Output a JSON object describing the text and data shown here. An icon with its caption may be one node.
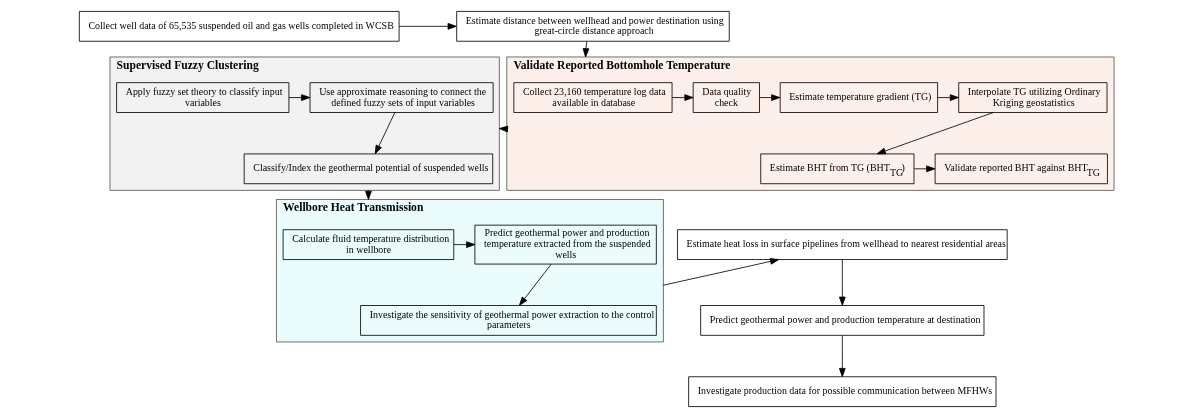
{
  "diagram": {
    "nodes": [
      {
        "text": [
          "Collect well data of 65,535 suspended oil and gas wells completed in WCSB"
        ]
      },
      {
        "text": [
          "Estimate distance between wellhead and power destination using great-circle distance approach"
        ]
      },
      {
        "text": [
          "Supervised Fuzzy Clustering"
        ]
      },
      {
        "text": [
          "Apply fuzzy set theory to classify input variables"
        ],
        "in": 2
      },
      {
        "text": [
          "Use approximate reasoning to connect the defined fuzzy sets of input variables"
        ],
        "in": 2
      },
      {
        "text": [
          "Classify/Index the geothermal potential of suspended wells"
        ],
        "in": 2
      },
      {
        "text": [
          "Validate Reported Bottomhole Temperature"
        ]
      },
      {
        "text": [
          "Collect 23,160 temperature log data available in database"
        ],
        "in": 6
      },
      {
        "text": [
          "Data quality check"
        ],
        "in": 6
      },
      {
        "text": [
          "Estimate temperature gradient (TG)"
        ],
        "in": 6
      },
      {
        "text": [
          "Interpolate TG utilizing Ordinary Kriging geostatistics"
        ],
        "in": 6
      },
      {
        "text": [
          "Estimate BHT from TG (BHT$_{TG}$)"
        ],
        "in": 6
      },
      {
        "text": [
          "Validate reported BHT against BHT$_{TG}$"
        ],
        "in": 6
      },
      {
        "text": [
          "Wellbore Heat Transmission"
        ]
      },
      {
        "text": [
          "Calculate fluid temperature distribution in wellbore"
        ],
        "in": 13
      },
      {
        "text": [
          "Predict geothermal power and production temperature extracted from the suspended wells"
        ],
        "in": 13
      },
      {
        "text": [
          "Investigate the sensitivity of geothermal power extraction to the control parameters"
        ],
        "in": 13
      },
      {
        "text": [
          "Estimate heat loss in surface pipelines from wellhead to nearest residential areas"
        ]
      },
      {
        "text": [
          "Predict geothermal power and production temperature at destination"
        ]
      },
      {
        "text": [
          "Investigate production data for possible communication between MFHWs"
        ]
      }
    ],
    "edges": [
      {
        "from": 0,
        "to": 1,
        "arrow": "to"
      },
      {
        "from": 1,
        "to": 6,
        "arrow": "to"
      },
      {
        "from": 6,
        "to": 2,
        "arrow": "to"
      },
      {
        "from": 3,
        "to": 4,
        "arrow": "to"
      },
      {
        "from": 4,
        "to": 5,
        "arrow": "to"
      },
      {
        "from": 7,
        "to": 8,
        "arrow": "to"
      },
      {
        "from": 8,
        "to": 9,
        "arrow": "to"
      },
      {
        "from": 9,
        "to": 10,
        "arrow": "to"
      },
      {
        "from": 10,
        "to": 11,
        "arrow": "to"
      },
      {
        "from": 11,
        "to": 12,
        "arrow": "to"
      },
      {
        "from": 2,
        "to": 13,
        "arrow": "to"
      },
      {
        "from": 14,
        "to": 15,
        "arrow": "to"
      },
      {
        "from": 15,
        "to": 16,
        "arrow": "to"
      },
      {
        "from": 13,
        "to": 17,
        "arrow": "to"
      },
      {
        "from": 17,
        "to": 18,
        "arrow": "to"
      },
      {
        "from": 18,
        "to": 19,
        "arrow": "to"
      }
    ]
  }
}
